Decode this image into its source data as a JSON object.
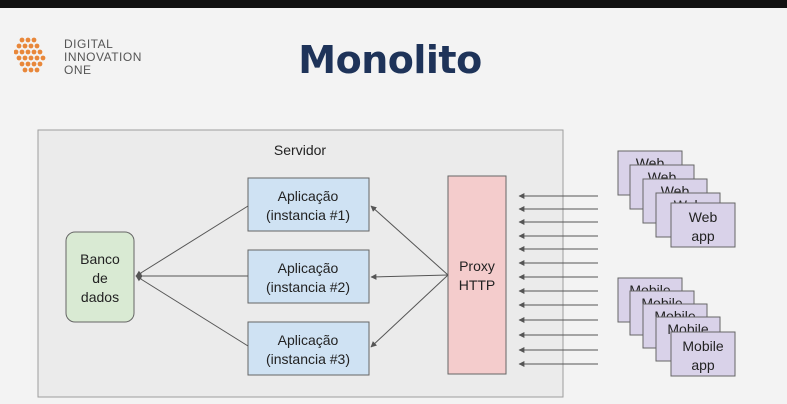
{
  "brand": {
    "logo_icon": "dio-hexagon-logo-icon",
    "lines": [
      "DIGITAL",
      "INNOVATION",
      "ONE"
    ],
    "color": "#e8873a"
  },
  "slide": {
    "title": "Monolito"
  },
  "diagram": {
    "server_label": "Servidor",
    "database": [
      "Banco",
      "de",
      "dados"
    ],
    "apps": [
      {
        "line1": "Aplicação",
        "line2": "(instancia #1)"
      },
      {
        "line1": "Aplicação",
        "line2": "(instancia #2)"
      },
      {
        "line1": "Aplicação",
        "line2": "(instancia #3)"
      }
    ],
    "proxy": [
      "Proxy",
      "HTTP"
    ],
    "web_stack": {
      "back_label": "Web",
      "front": [
        "Web",
        "app"
      ]
    },
    "mobile_stack": {
      "back_label": "Mobile",
      "front": [
        "Mobile",
        "app"
      ]
    },
    "colors": {
      "server_fill": "#ebebeb",
      "app_fill": "#cfe2f3",
      "db_fill": "#d9ead3",
      "proxy_fill": "#f4cccc",
      "client_fill": "#d9d2e9",
      "title": "#1e3359"
    }
  }
}
